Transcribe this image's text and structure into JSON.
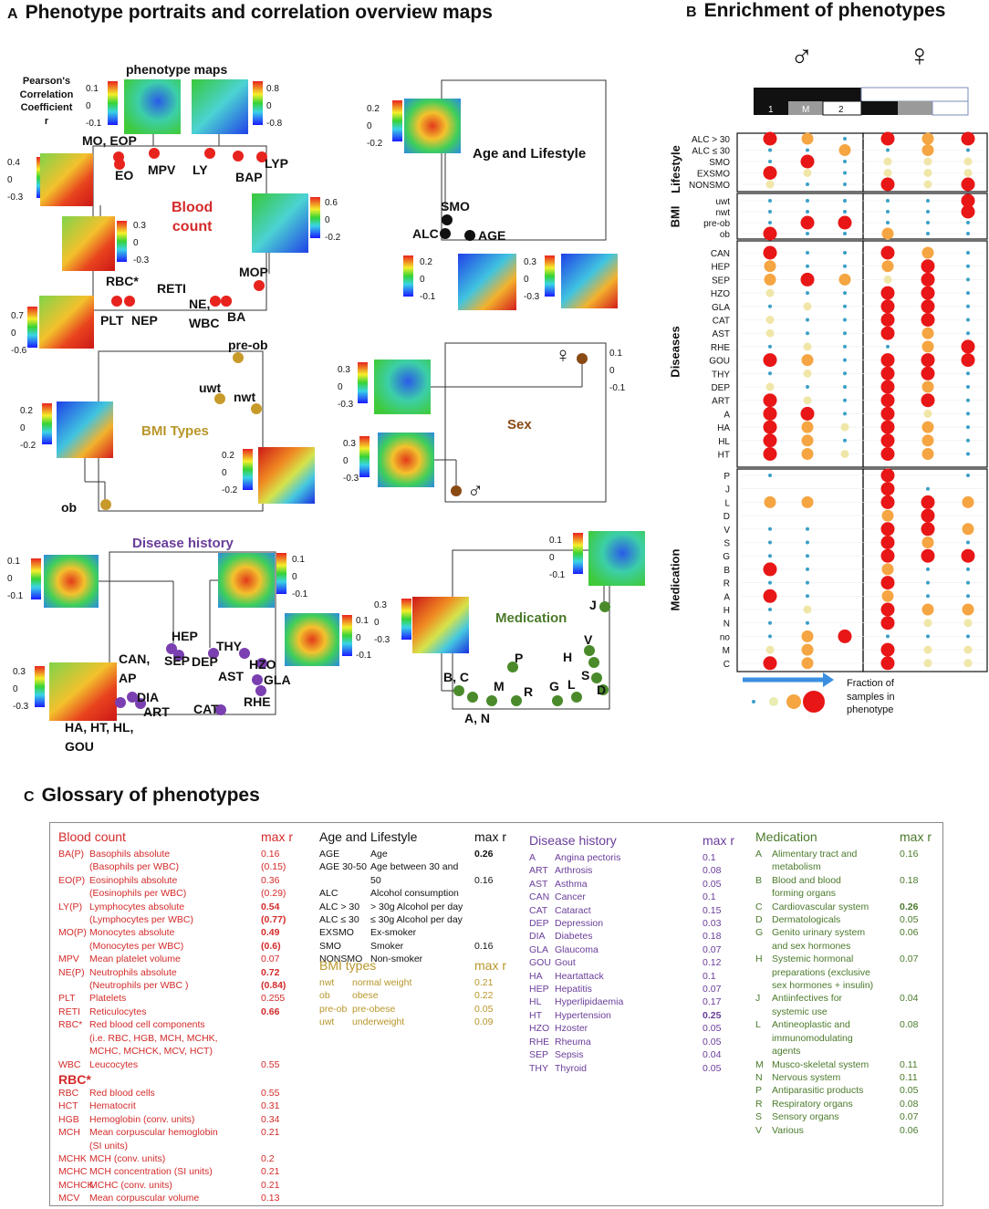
{
  "panelA": {
    "letter": "A",
    "title": "Phenotype portraits and correlation overview maps",
    "legend": {
      "line1": "Pearson's",
      "line2": "Correlation",
      "line3": "Coefficient",
      "line4": "r"
    },
    "phenotype_maps_label": "phenotype maps",
    "cb_top_left": [
      "0.1",
      "0",
      "-0.1"
    ],
    "cb_top_right": [
      "0.8",
      "0",
      "-0.8"
    ],
    "cb_blood_left": [
      "0.4",
      "0",
      "-0.3"
    ],
    "cb_blood_mid": [
      "0.3",
      "0",
      "-0.3"
    ],
    "cb_blood_right": [
      "0.6",
      "0",
      "-0.2"
    ],
    "cb_bmi_top": [
      "0.7",
      "0",
      "-0.6"
    ],
    "cb_bmi_left": [
      "0.2",
      "0",
      "-0.2"
    ],
    "cb_bmi_right": [
      "0.2",
      "0",
      "-0.2"
    ],
    "cb_age_top": [
      "0.2",
      "0",
      "-0.2"
    ],
    "cb_age_bl": [
      "0.2",
      "0",
      "-0.1"
    ],
    "cb_age_br": [
      "0.3",
      "0",
      "-0.3"
    ],
    "cb_sex_right": [
      "0.1",
      "0",
      "-0.1"
    ],
    "cb_sex_top": [
      "0.3",
      "0",
      "-0.3"
    ],
    "cb_sex_bottom": [
      "0.3",
      "0",
      "-0.3"
    ],
    "cb_dis_left": [
      "0.1",
      "0",
      "-0.1"
    ],
    "cb_dis_right": [
      "0.1",
      "0",
      "-0.1"
    ],
    "cb_dis_bottom": [
      "0.3",
      "0",
      "-0.3"
    ],
    "cb_dis_mid": [
      "0.1",
      "0",
      "-0.1"
    ],
    "cb_med_left": [
      "0.3",
      "0",
      "-0.3"
    ],
    "cb_med_right": [
      "0.1",
      "0",
      "-0.1"
    ],
    "blood_title_1": "Blood",
    "blood_title_2": "count",
    "blood_labels": {
      "mo_eop": "MO, EOP",
      "eo": "EO",
      "mpv": "MPV",
      "ly": "LY",
      "bap": "BAP",
      "lyp": "LYP",
      "mop": "MOP",
      "rbc": "RBC*",
      "reti": "RETI",
      "plt": "PLT",
      "nep": "NEP",
      "ne": "NE,",
      "ba": "BA",
      "wbc": "WBC"
    },
    "age_title": "Age and Lifestyle",
    "age_labels": {
      "smo": "SMO",
      "alc": "ALC",
      "age": "AGE"
    },
    "bmi_title": "BMI Types",
    "bmi_labels": {
      "preob": "pre-ob",
      "uwt": "uwt",
      "nwt": "nwt",
      "ob": "ob"
    },
    "sex_title": "Sex",
    "sex_labels": {
      "female": "♀",
      "male": "♂"
    },
    "disease_title": "Disease history",
    "disease_labels": {
      "hep": "HEP",
      "sep": "SEP",
      "dep": "DEP",
      "thy": "THY",
      "can": "CAN,",
      "ap": "AP",
      "hzo": "HZO",
      "ast": "AST",
      "gla": "GLA",
      "dia": "DIA",
      "art": "ART",
      "rhe": "RHE",
      "cat": "CAT",
      "ha": "HA, HT, HL,",
      "gou": "GOU"
    },
    "med_title": "Medication",
    "med_labels": {
      "j": "J",
      "v": "V",
      "p": "P",
      "h": "H",
      "bc": "B, C",
      "m": "M",
      "r": "R",
      "g": "G",
      "l": "L",
      "s": "S",
      "d": "D",
      "an": "A, N"
    }
  },
  "panelB": {
    "letter": "B",
    "title": "Enrichment of phenotypes",
    "male_symbol": "♂",
    "female_symbol": "♀",
    "bar_labels": [
      "1",
      "M",
      "2"
    ],
    "groups": [
      "Lifestyle",
      "BMI",
      "Diseases",
      "Medication"
    ],
    "lifestyle_rows": [
      "ALC > 30",
      "ALC ≤ 30",
      "SMO",
      "EXSMO",
      "NONSMO"
    ],
    "bmi_rows": [
      "uwt",
      "nwt",
      "pre-ob",
      "ob"
    ],
    "disease_rows": [
      "CAN",
      "HEP",
      "SEP",
      "HZO",
      "GLA",
      "CAT",
      "AST",
      "RHE",
      "GOU",
      "THY",
      "DEP",
      "ART",
      "A",
      "HA",
      "HL",
      "HT"
    ],
    "medication_rows": [
      "P",
      "J",
      "L",
      "D",
      "V",
      "S",
      "G",
      "B",
      "R",
      "A",
      "H",
      "N",
      "no",
      "M",
      "C"
    ],
    "fraction_label_1": "Fraction of",
    "fraction_label_2": "samples in",
    "fraction_label_3": "phenotype"
  },
  "panelC": {
    "letter": "C",
    "title": "Glossary of phenotypes",
    "max_r": "max r",
    "blood": {
      "title": "Blood count",
      "rows": [
        [
          "BA(P)",
          "Basophils absolute",
          "0.16"
        ],
        [
          "",
          "(Basophils per WBC)",
          "(0.15)"
        ],
        [
          "EO(P)",
          "Eosinophils absolute",
          "0.36"
        ],
        [
          "",
          "(Eosinophils per WBC)",
          "(0.29)"
        ],
        [
          "LY(P)",
          "Lymphocytes absolute",
          "0.54"
        ],
        [
          "",
          "(Lymphocytes per WBC)",
          "(0.77)"
        ],
        [
          "MO(P)",
          "Monocytes absolute",
          "0.49"
        ],
        [
          "",
          "(Monocytes per WBC)",
          "(0.6)"
        ],
        [
          "MPV",
          "Mean platelet volume",
          "0.07"
        ],
        [
          "NE(P)",
          "Neutrophils absolute",
          "0.72"
        ],
        [
          "",
          "(Neutrophils per WBC )",
          "(0.84)"
        ],
        [
          "PLT",
          "Platelets",
          "0.255"
        ],
        [
          "RETI",
          "Reticulocytes",
          "0.66"
        ],
        [
          "RBC*",
          "Red blood cell components",
          ""
        ],
        [
          "",
          "(i.e. RBC, HGB, MCH, MCHK,",
          ""
        ],
        [
          "",
          "MCHC, MCHCK, MCV, HCT)",
          ""
        ],
        [
          "WBC",
          "Leucocytes",
          "0.55"
        ]
      ],
      "rbc_title": "RBC*",
      "rbc_rows": [
        [
          "RBC",
          "Red blood cells",
          "0.55"
        ],
        [
          "HCT",
          "Hematocrit",
          "0.31"
        ],
        [
          "HGB",
          "Hemoglobin (conv. units)",
          "0.34"
        ],
        [
          "MCH",
          "Mean corpuscular hemoglobin",
          "0.21"
        ],
        [
          "",
          "(SI units)",
          ""
        ],
        [
          "MCHK",
          "MCH (conv. units)",
          "0.2"
        ],
        [
          "MCHC",
          "MCH concentration (SI units)",
          "0.21"
        ],
        [
          "MCHCK",
          "MCHC (conv. units)",
          "0.21"
        ],
        [
          "MCV",
          "Mean corpuscular volume",
          "0.13"
        ]
      ]
    },
    "age": {
      "title": "Age and Lifestyle",
      "rows": [
        [
          "AGE",
          "Age",
          "0.26"
        ],
        [
          "AGE 30-50",
          "Age between 30 and",
          ""
        ],
        [
          "",
          "50",
          "0.16"
        ],
        [
          "ALC",
          "Alcohol consumption",
          ""
        ],
        [
          "ALC > 30",
          "> 30g Alcohol per day",
          ""
        ],
        [
          "ALC ≤ 30",
          "≤ 30g Alcohol per day",
          ""
        ],
        [
          "EXSMO",
          "Ex-smoker",
          ""
        ],
        [
          "SMO",
          "Smoker",
          "0.16"
        ],
        [
          "NONSMO",
          "Non-smoker",
          ""
        ]
      ]
    },
    "bmi": {
      "title": "BMI types",
      "rows": [
        [
          "nwt",
          "normal weight",
          "0.21"
        ],
        [
          "ob",
          "obese",
          "0.22"
        ],
        [
          "pre-ob",
          "pre-obese",
          "0.05"
        ],
        [
          "uwt",
          "underweight",
          "0.09"
        ]
      ]
    },
    "disease": {
      "title": "Disease history",
      "rows": [
        [
          "A",
          "Angina pectoris",
          "0.1"
        ],
        [
          "ART",
          "Arthrosis",
          "0.08"
        ],
        [
          "AST",
          "Asthma",
          "0.05"
        ],
        [
          "CAN",
          "Cancer",
          "0.1"
        ],
        [
          "CAT",
          "Cataract",
          "0.15"
        ],
        [
          "DEP",
          "Depression",
          "0.03"
        ],
        [
          "DIA",
          "Diabetes",
          "0.18"
        ],
        [
          "GLA",
          "Glaucoma",
          "0.07"
        ],
        [
          "GOU",
          "Gout",
          "0.12"
        ],
        [
          "HA",
          "Heartattack",
          "0.1"
        ],
        [
          "HEP",
          "Hepatitis",
          "0.07"
        ],
        [
          "HL",
          "Hyperlipidaemia",
          "0.17"
        ],
        [
          "HT",
          "Hypertension",
          "0.25"
        ],
        [
          "HZO",
          "Hzoster",
          "0.05"
        ],
        [
          "RHE",
          "Rheuma",
          "0.05"
        ],
        [
          "SEP",
          "Sepsis",
          "0.04"
        ],
        [
          "THY",
          "Thyroid",
          "0.05"
        ]
      ]
    },
    "medication": {
      "title": "Medication",
      "rows": [
        [
          "A",
          "Alimentary tract and",
          "0.16"
        ],
        [
          "",
          "metabolism",
          ""
        ],
        [
          "B",
          "Blood and blood",
          "0.18"
        ],
        [
          "",
          "forming organs",
          ""
        ],
        [
          "C",
          "Cardiovascular system",
          "0.26"
        ],
        [
          "D",
          "Dermatologicals",
          "0.05"
        ],
        [
          "G",
          "Genito urinary system",
          "0.06"
        ],
        [
          "",
          "and  sex hormones",
          ""
        ],
        [
          "H",
          "Systemic hormonal",
          "0.07"
        ],
        [
          "",
          "preparations (exclusive",
          ""
        ],
        [
          "",
          "sex hormones + insulin)",
          ""
        ],
        [
          "J",
          "Antiinfectives for",
          "0.04"
        ],
        [
          "",
          "systemic use",
          ""
        ],
        [
          "L",
          "Antineoplastic and",
          "0.08"
        ],
        [
          "",
          "immunomodulating",
          ""
        ],
        [
          "",
          "agents",
          ""
        ],
        [
          "M",
          "Musco-skeletal system",
          "0.11"
        ],
        [
          "N",
          "Nervous system",
          "0.11"
        ],
        [
          "P",
          "Antiparasitic products",
          "0.05"
        ],
        [
          "R",
          "Respiratory organs",
          "0.08"
        ],
        [
          "S",
          "Sensory organs",
          "0.07"
        ],
        [
          "V",
          "Various",
          "0.06"
        ]
      ]
    },
    "colors": {
      "blood": "#d42a2a",
      "age": "#111111",
      "bmi": "#b8962a",
      "disease": "#6a3d9a",
      "medication": "#4a7a2a"
    }
  }
}
